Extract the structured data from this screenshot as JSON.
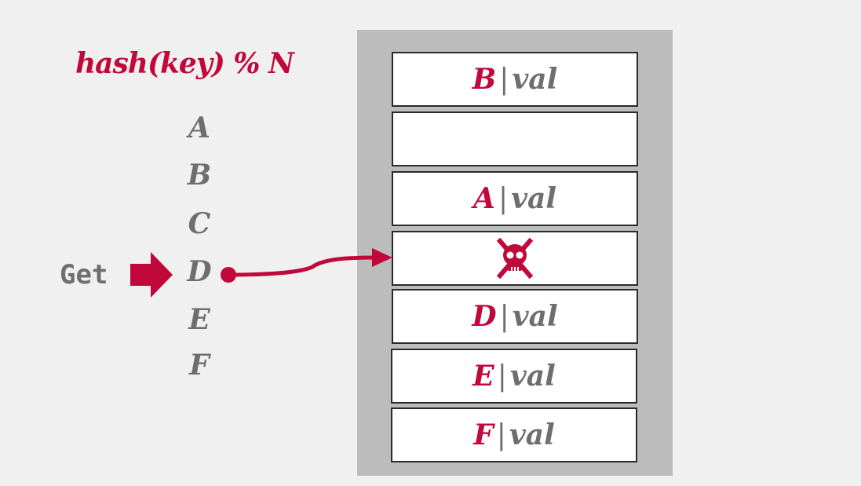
{
  "formula": "hash(key) % N",
  "keys": [
    "A",
    "B",
    "C",
    "D",
    "E",
    "F"
  ],
  "get_label": "Get",
  "separator": "|",
  "slots": [
    {
      "key": "B",
      "value": "val"
    },
    {
      "key": "",
      "value": ""
    },
    {
      "key": "A",
      "value": "val"
    },
    {
      "key": "",
      "value": "",
      "icon": "skull-crossbones-icon"
    },
    {
      "key": "D",
      "value": "val"
    },
    {
      "key": "E",
      "value": "val"
    },
    {
      "key": "F",
      "value": "val"
    }
  ],
  "colors": {
    "accent": "#c0083a",
    "text": "#6e6e6e",
    "table": "#bcbcbc"
  }
}
